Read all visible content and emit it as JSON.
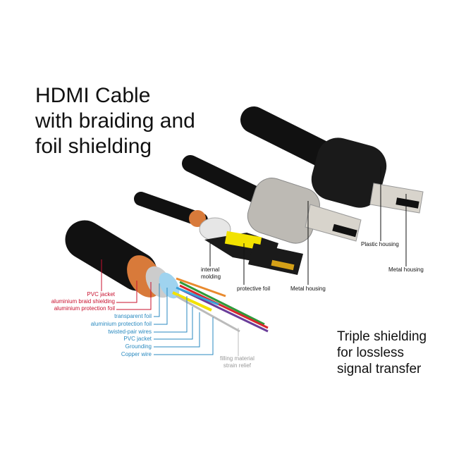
{
  "title": {
    "line1": "HDMI Cable",
    "line2": "with braiding and",
    "line3": "foil shielding"
  },
  "tagline": {
    "line1": "Triple shielding",
    "line2": "for lossless",
    "line3": "signal transfer"
  },
  "outer_layers": [
    "PVC jacket",
    "aluminium braid shielding",
    "aluminium protection foil"
  ],
  "inner_layers": [
    "transparent foil",
    "aluminium protection foil",
    "twisted-pair wires",
    "PVC jacket",
    "Grounding",
    "Copper wire"
  ],
  "filling": {
    "line1": "filling material",
    "line2": "strain relief"
  },
  "connector_labels": {
    "internal_molding_1": "internal",
    "internal_molding_2": "molding",
    "protective_foil": "protective foil",
    "metal_housing_1": "Metal housing",
    "plastic_housing": "Plastic housing",
    "metal_housing_2": "Metal housing"
  },
  "colors": {
    "red": "#c8102e",
    "blue": "#2a8ac0"
  }
}
